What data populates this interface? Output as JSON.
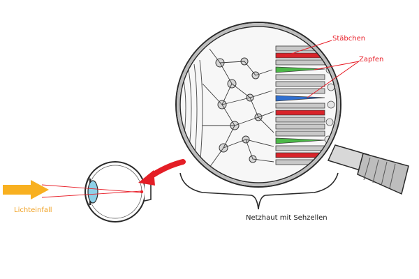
{
  "labels": {
    "rods": "Stäbchen",
    "cones": "Zapfen",
    "light_incidence": "Lichteinfall",
    "retina": "Netzhaut mit Sehzellen"
  },
  "colors": {
    "label_red": "#e8202a",
    "light_arrow": "#f8b020",
    "pointer_arrow": "#e41e26",
    "rod_red": "#d8242a",
    "cone_green": "#4cb848",
    "cone_blue": "#2f6fd0",
    "lens": "#8ed0e8",
    "outline": "#2a2a2a",
    "cell_grey": "#c8c8c8"
  }
}
